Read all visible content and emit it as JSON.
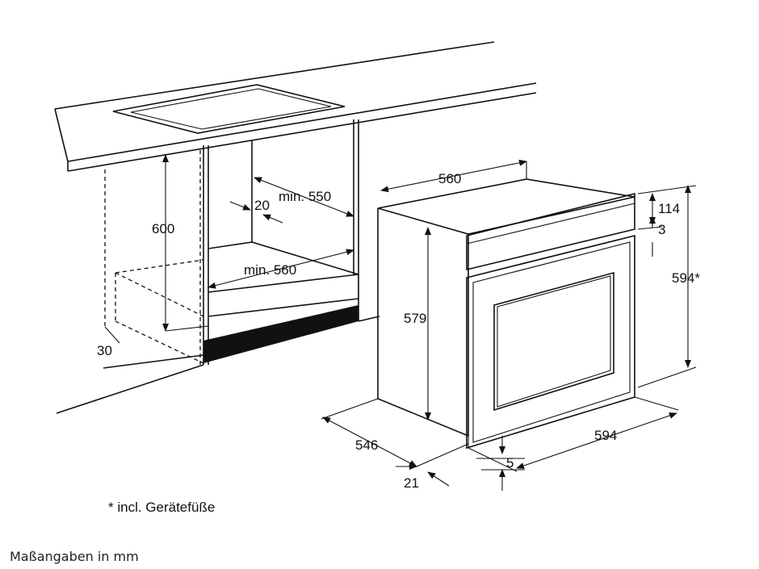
{
  "dimensions": {
    "cabinet_height": "600",
    "gap_20": "20",
    "min_depth": "min. 550",
    "min_width": "min. 560",
    "offset_30": "30",
    "oven_top_depth": "560",
    "panel_114": "114",
    "offset_3": "3",
    "overall_height": "594*",
    "body_height": "579",
    "oven_depth": "546",
    "oven_width": "594",
    "front_21": "21",
    "foot_5": "5"
  },
  "footnote": "* incl. Gerätefüße",
  "units_note": "Maßangaben in mm"
}
